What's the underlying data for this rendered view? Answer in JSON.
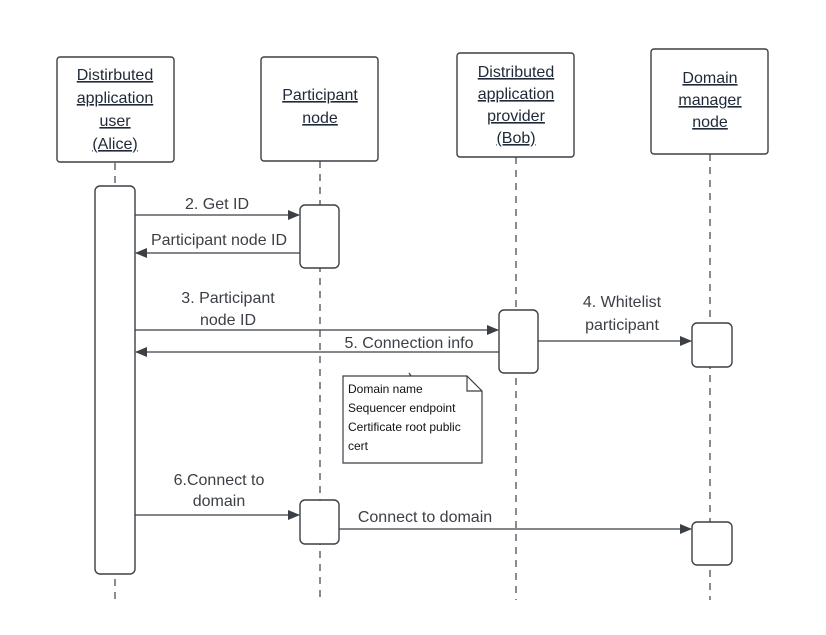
{
  "participants": {
    "alice": [
      "Distirbuted",
      "application",
      "user",
      "(Alice)"
    ],
    "participant_node": [
      "Participant",
      "node"
    ],
    "bob": [
      "Distributed",
      "application",
      "provider",
      "(Bob)"
    ],
    "domain_manager": [
      "Domain",
      "manager",
      "node"
    ]
  },
  "messages": {
    "get_id": "2. Get ID",
    "participant_node_id_reply": "Participant node ID",
    "send_participant_id": [
      "3. Participant",
      "node ID"
    ],
    "whitelist": [
      "4. Whitelist",
      "participant"
    ],
    "connection_info": "5. Connection info",
    "connect_request": [
      "6.Connect to",
      "domain"
    ],
    "connect_to_domain": "Connect to domain"
  },
  "note": {
    "lines": [
      "Domain name",
      "Sequencer endpoint",
      "Certificate root public",
      "cert"
    ]
  }
}
